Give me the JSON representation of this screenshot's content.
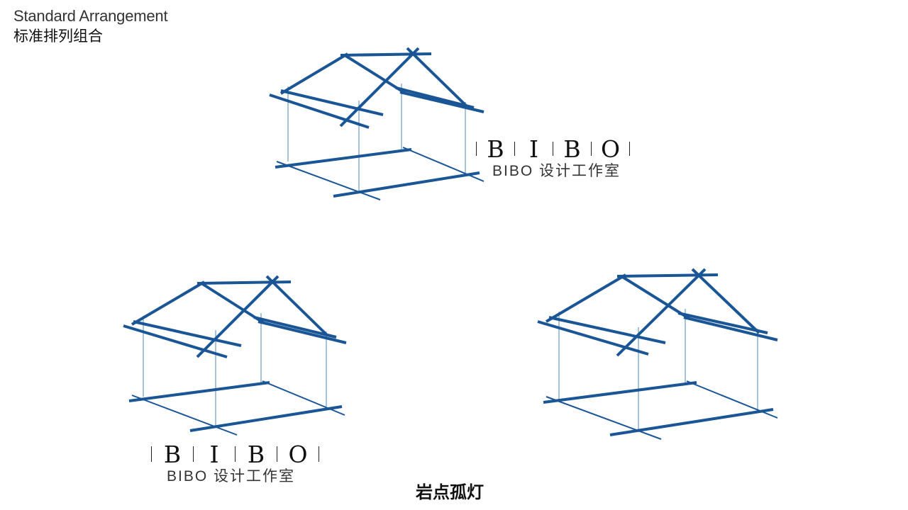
{
  "heading": {
    "english": "Standard Arrangement",
    "chinese": "标准排列组合"
  },
  "brand": {
    "letters": [
      "B",
      "I",
      "B",
      "O"
    ],
    "studio_name": "BIBO 设计工作室",
    "color": "#1a5596"
  },
  "credit": "岩点孤灯"
}
